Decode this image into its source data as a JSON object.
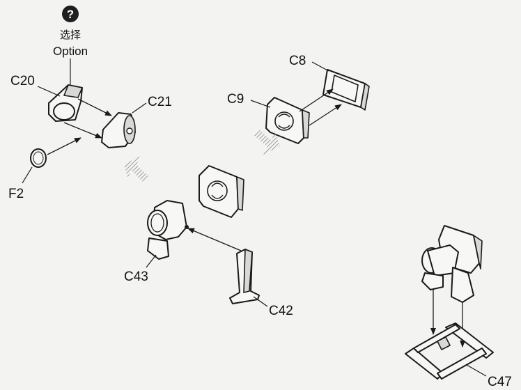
{
  "option_badge": {
    "symbol": "?",
    "label_cn": "选择",
    "label_en": "Option"
  },
  "parts": {
    "c20": "C20",
    "c21": "C21",
    "f2": "F2",
    "c8": "C8",
    "c9": "C9",
    "c43": "C43",
    "c42": "C42",
    "c47": "C47"
  },
  "colors": {
    "background": "#f3f3f1",
    "line": "#1a1a1a",
    "badge": "#1e1e1e"
  },
  "icons": [
    "question-badge-icon",
    "assembly-arrow-icon",
    "hatched-direction-arrow-icon"
  ]
}
